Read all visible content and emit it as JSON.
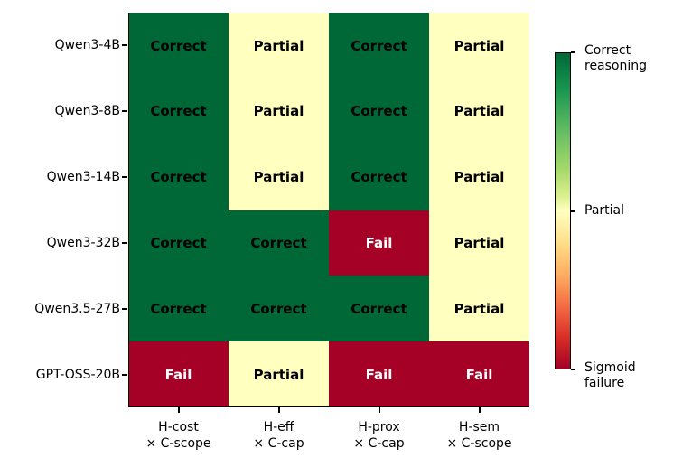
{
  "chart_data": {
    "type": "heatmap",
    "title": "",
    "xlabel": "",
    "ylabel": "",
    "rows": [
      "Qwen3-4B",
      "Qwen3-8B",
      "Qwen3-14B",
      "Qwen3-32B",
      "Qwen3.5-27B",
      "GPT-OSS-20B"
    ],
    "columns": [
      {
        "line1": "H-cost",
        "line2": "× C-scope"
      },
      {
        "line1": "H-eff",
        "line2": "× C-cap"
      },
      {
        "line1": "H-prox",
        "line2": "× C-cap"
      },
      {
        "line1": "H-sem",
        "line2": "× C-scope"
      }
    ],
    "values": [
      [
        "Correct",
        "Partial",
        "Correct",
        "Partial"
      ],
      [
        "Correct",
        "Partial",
        "Correct",
        "Partial"
      ],
      [
        "Correct",
        "Partial",
        "Correct",
        "Partial"
      ],
      [
        "Correct",
        "Correct",
        "Fail",
        "Partial"
      ],
      [
        "Correct",
        "Correct",
        "Correct",
        "Partial"
      ],
      [
        "Fail",
        "Partial",
        "Fail",
        "Fail"
      ]
    ],
    "numeric_values": [
      [
        1,
        0.5,
        1,
        0.5
      ],
      [
        1,
        0.5,
        1,
        0.5
      ],
      [
        1,
        0.5,
        1,
        0.5
      ],
      [
        1,
        1,
        0,
        0.5
      ],
      [
        1,
        1,
        1,
        0.5
      ],
      [
        0,
        0.5,
        0,
        0
      ]
    ],
    "colors": {
      "Correct": "#006837",
      "Partial": "#ffffbf",
      "Fail": "#a50026"
    },
    "text_colors": {
      "Correct": "#000000",
      "Partial": "#000000",
      "Fail": "#ffffff"
    },
    "colorbar": {
      "colormap": "RdYlGn",
      "range": [
        0,
        1
      ],
      "ticks": [
        {
          "value": 1,
          "label_line1": "Correct",
          "label_line2": "reasoning"
        },
        {
          "value": 0.5,
          "label_line1": "Partial",
          "label_line2": ""
        },
        {
          "value": 0,
          "label_line1": "Sigmoid",
          "label_line2": "failure"
        }
      ]
    },
    "grid": false,
    "legend_position": "right (colorbar)"
  }
}
